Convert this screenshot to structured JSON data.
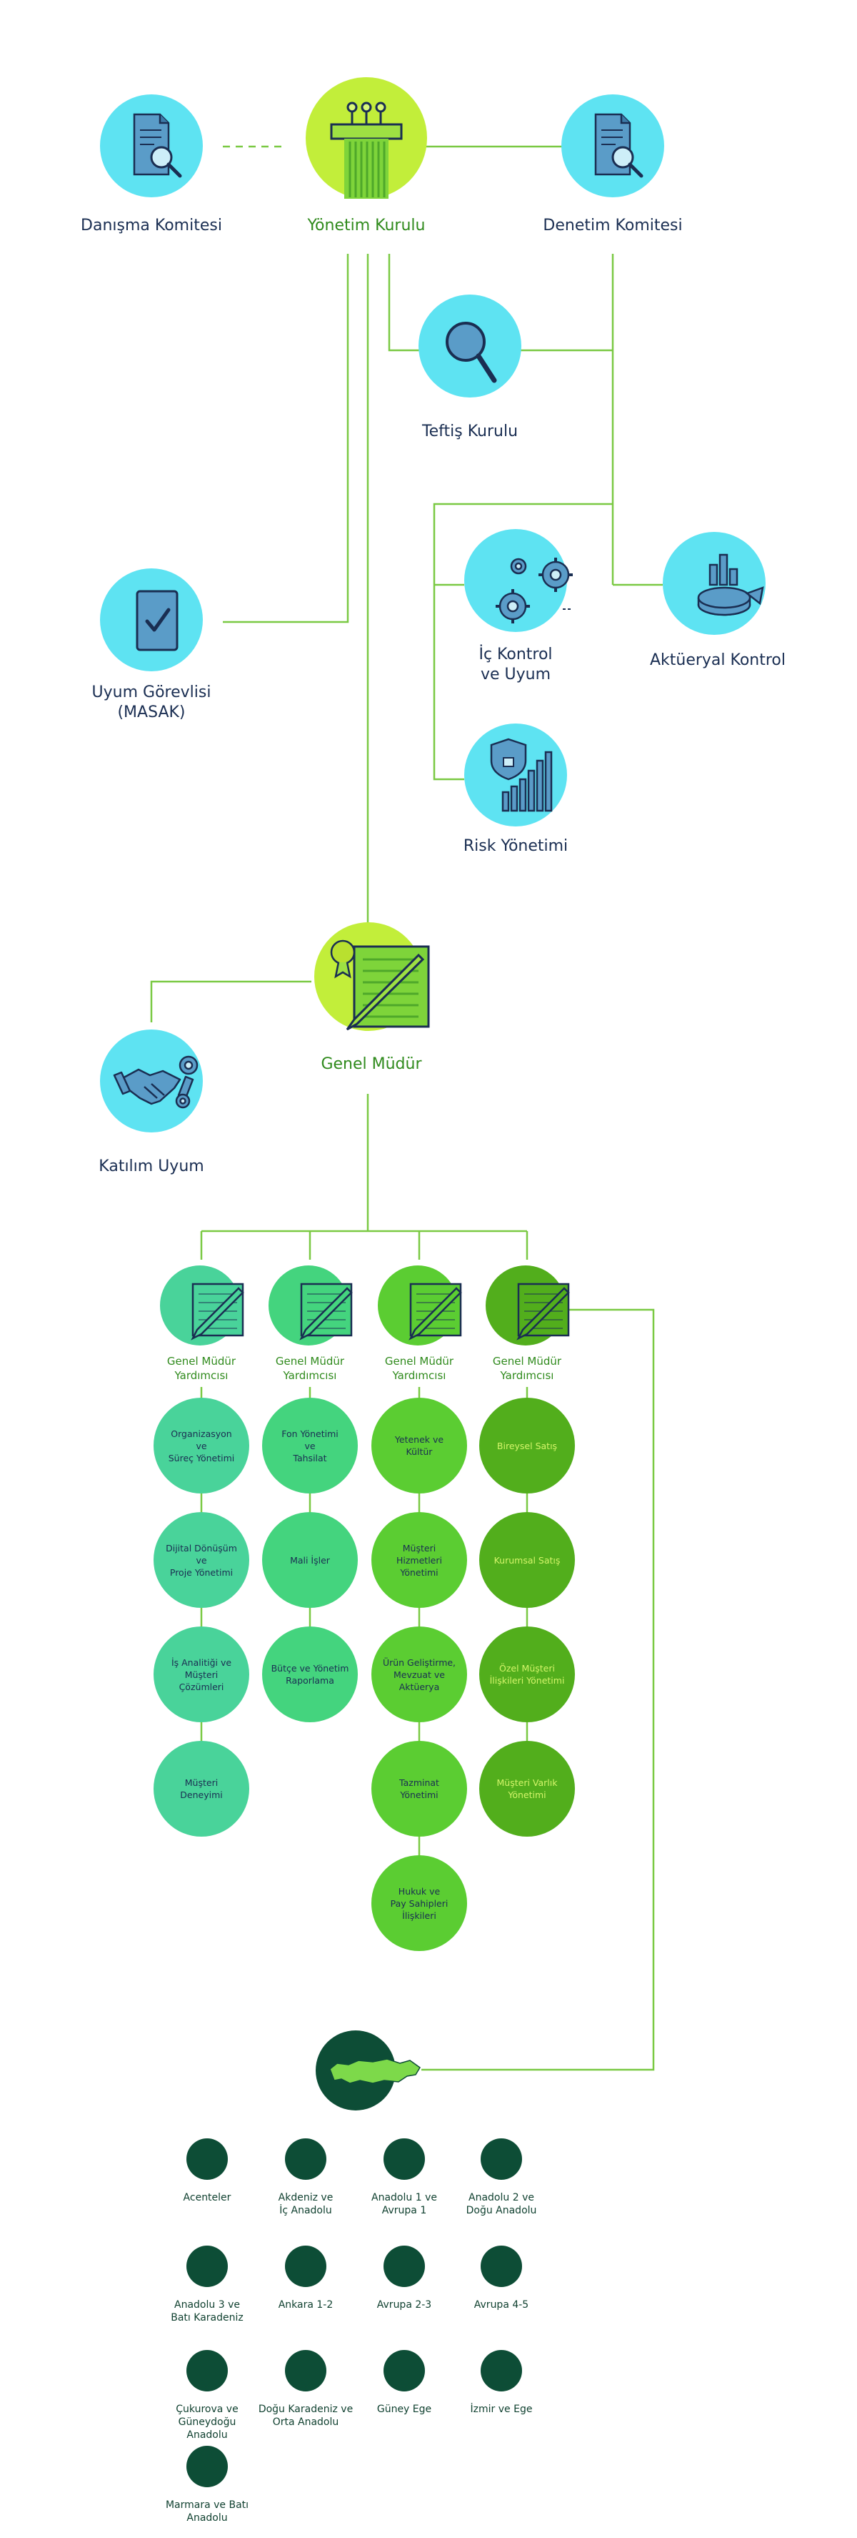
{
  "board": {
    "yonetim": "Yönetim Kurulu",
    "danisma": "Danışma Komitesi",
    "denetim": "Denetim Komitesi",
    "teftis": "Teftiş Kurulu",
    "uyum_gorevlisi": "Uyum Görevlisi\n(MASAK)",
    "ic_kontrol": "İç Kontrol\nve Uyum",
    "aktueryal": "Aktüeryal Kontrol",
    "risk": "Risk Yönetimi"
  },
  "gm": {
    "genel_mudur": "Genel Müdür",
    "katilim_uyum": "Katılım Uyum"
  },
  "columns": [
    {
      "title": "Genel Müdür\nYardımcısı",
      "color": "#49d39a",
      "text_color": "#1a2e52",
      "units": [
        "Organizasyon\nve\nSüreç Yönetimi",
        "Dijital Dönüşüm\nve\nProje Yönetimi",
        "İş Analitiği ve\nMüşteri\nÇözümleri",
        "Müşteri\nDeneyimi"
      ]
    },
    {
      "title": "Genel Müdür\nYardımcısı",
      "color": "#44d47e",
      "text_color": "#1a2e52",
      "units": [
        "Fon Yönetimi\nve\nTahsilat",
        "Mali İşler",
        "Bütçe ve Yönetim\nRaporlama"
      ]
    },
    {
      "title": "Genel Müdür\nYardımcısı",
      "color": "#5bcd32",
      "text_color": "#1a2e52",
      "units": [
        "Yetenek ve\nKültür",
        "Müşteri\nHizmetleri\nYönetimi",
        "Ürün Geliştirme,\nMevzuat ve\nAktüerya",
        "Tazminat\nYönetimi",
        "Hukuk ve\nPay Sahipleri\nİlişkileri"
      ]
    },
    {
      "title": "Genel Müdür\nYardımcısı",
      "color": "#52ae1c",
      "text_color": "#d4f56a",
      "units": [
        "Bireysel Satış",
        "Kurumsal Satış",
        "Özel Müşteri\nİlişkileri Yönetimi",
        "Müşteri Varlık\nYönetimi"
      ]
    }
  ],
  "regions": [
    "Acenteler",
    "Akdeniz ve\nİç Anadolu",
    "Anadolu 1 ve\nAvrupa 1",
    "Anadolu 2 ve\nDoğu Anadolu",
    "Anadolu 3 ve\nBatı Karadeniz",
    "Ankara 1-2",
    "Avrupa 2-3",
    "Avrupa 4-5",
    "Çukurova ve\nGüneydoğu\nAnadolu",
    "Doğu Karadeniz ve\nOrta Anadolu",
    "Güney Ege",
    "İzmir ve Ege",
    "Marmara ve Batı\nAnadolu"
  ],
  "colors": {
    "cyan": "#5ee3f2",
    "lime": "#c2ee3a",
    "line": "#7ac943",
    "navy": "#1a2e52",
    "dark_green": "#0d4d36",
    "icon_blue": "#4a8fb8"
  }
}
